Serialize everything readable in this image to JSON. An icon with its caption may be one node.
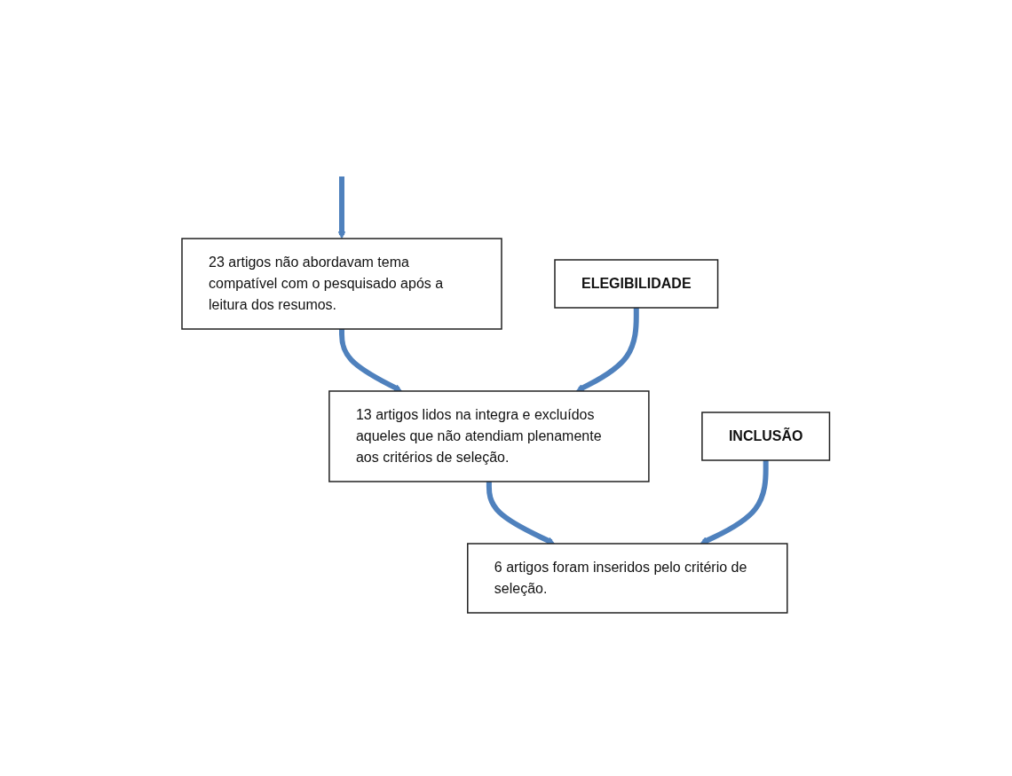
{
  "diagram": {
    "nodes": [
      {
        "text": [
          "23 artigos não abordavam tema compatível com o pesquisado após a leitura dos resumos."
        ]
      },
      {
        "text": [
          "ELEGIBILIDADE"
        ]
      },
      {
        "text": [
          "13 artigos lidos na integra e excluídos aqueles que não atendiam plenamente aos critérios de seleção."
        ]
      },
      {
        "text": [
          "INCLUSÃO"
        ]
      },
      {
        "text": [
          "6 artigos foram inseridos pelo critério de seleção."
        ]
      }
    ],
    "edges": [
      {
        "from": null,
        "to": 0,
        "arrow": "to"
      },
      {
        "from": 0,
        "to": 2,
        "arrow": "to"
      },
      {
        "from": 1,
        "to": 2,
        "arrow": "to"
      },
      {
        "from": 2,
        "to": 4,
        "arrow": "to"
      },
      {
        "from": 3,
        "to": 4,
        "arrow": "to"
      }
    ]
  }
}
